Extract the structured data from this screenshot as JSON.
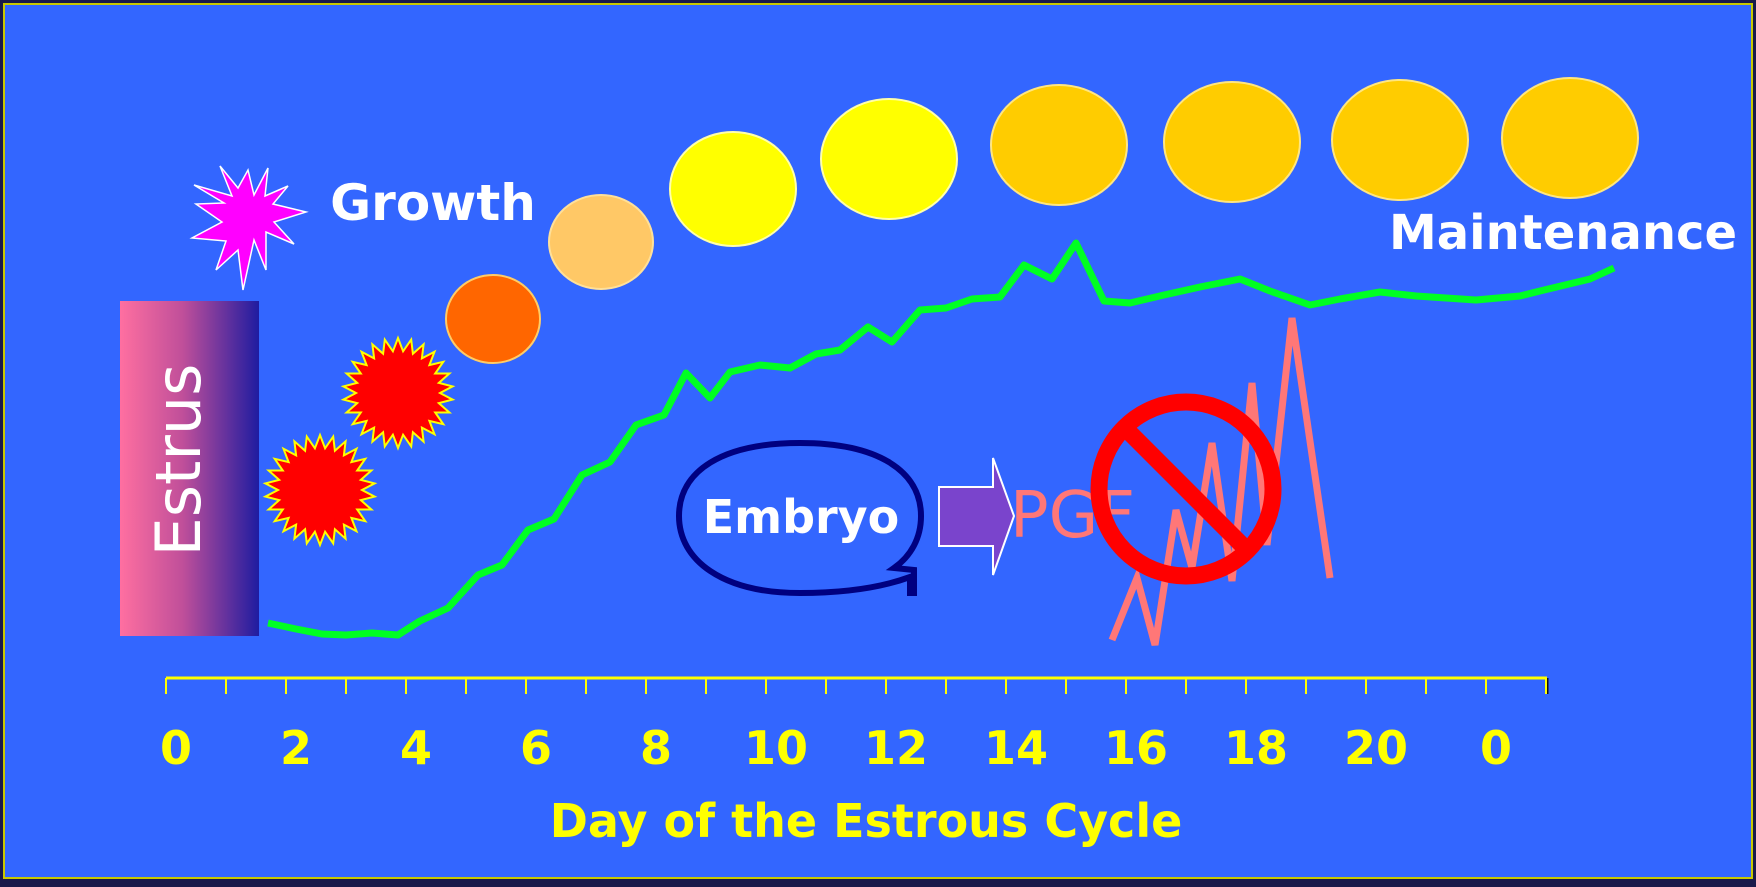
{
  "labels": {
    "estrus": "Estrus",
    "growth": "Growth",
    "maintenance": "Maintenance",
    "embryo": "Embryo",
    "pgf": "PGF",
    "x_axis_title": "Day of the Estrous Cycle"
  },
  "axis": {
    "tick_labels": [
      "0",
      "2",
      "4",
      "6",
      "8",
      "10",
      "12",
      "14",
      "16",
      "18",
      "20",
      "0"
    ]
  },
  "colors": {
    "background": "#3366ff",
    "border": "#c8c800",
    "green_line": "#00ff22",
    "pgf_color": "#ff7777",
    "no_symbol": "#ff0000",
    "arrow_fill": "#7a44cc",
    "embryo_outline": "#000080",
    "estrus_gradient": [
      "#ff6fa0",
      "#1f1ca0"
    ],
    "corpus_luteum": [
      "#ff6600",
      "#ffc866",
      "#ffff00",
      "#ffcc00"
    ],
    "follicle_burst": "#ff0000",
    "ovulation_star": "#ff00ff"
  },
  "icons": [
    "ovulation-star-icon",
    "follicle-icon",
    "corpus-luteum-icon",
    "arrow-icon",
    "no-symbol-icon"
  ]
}
